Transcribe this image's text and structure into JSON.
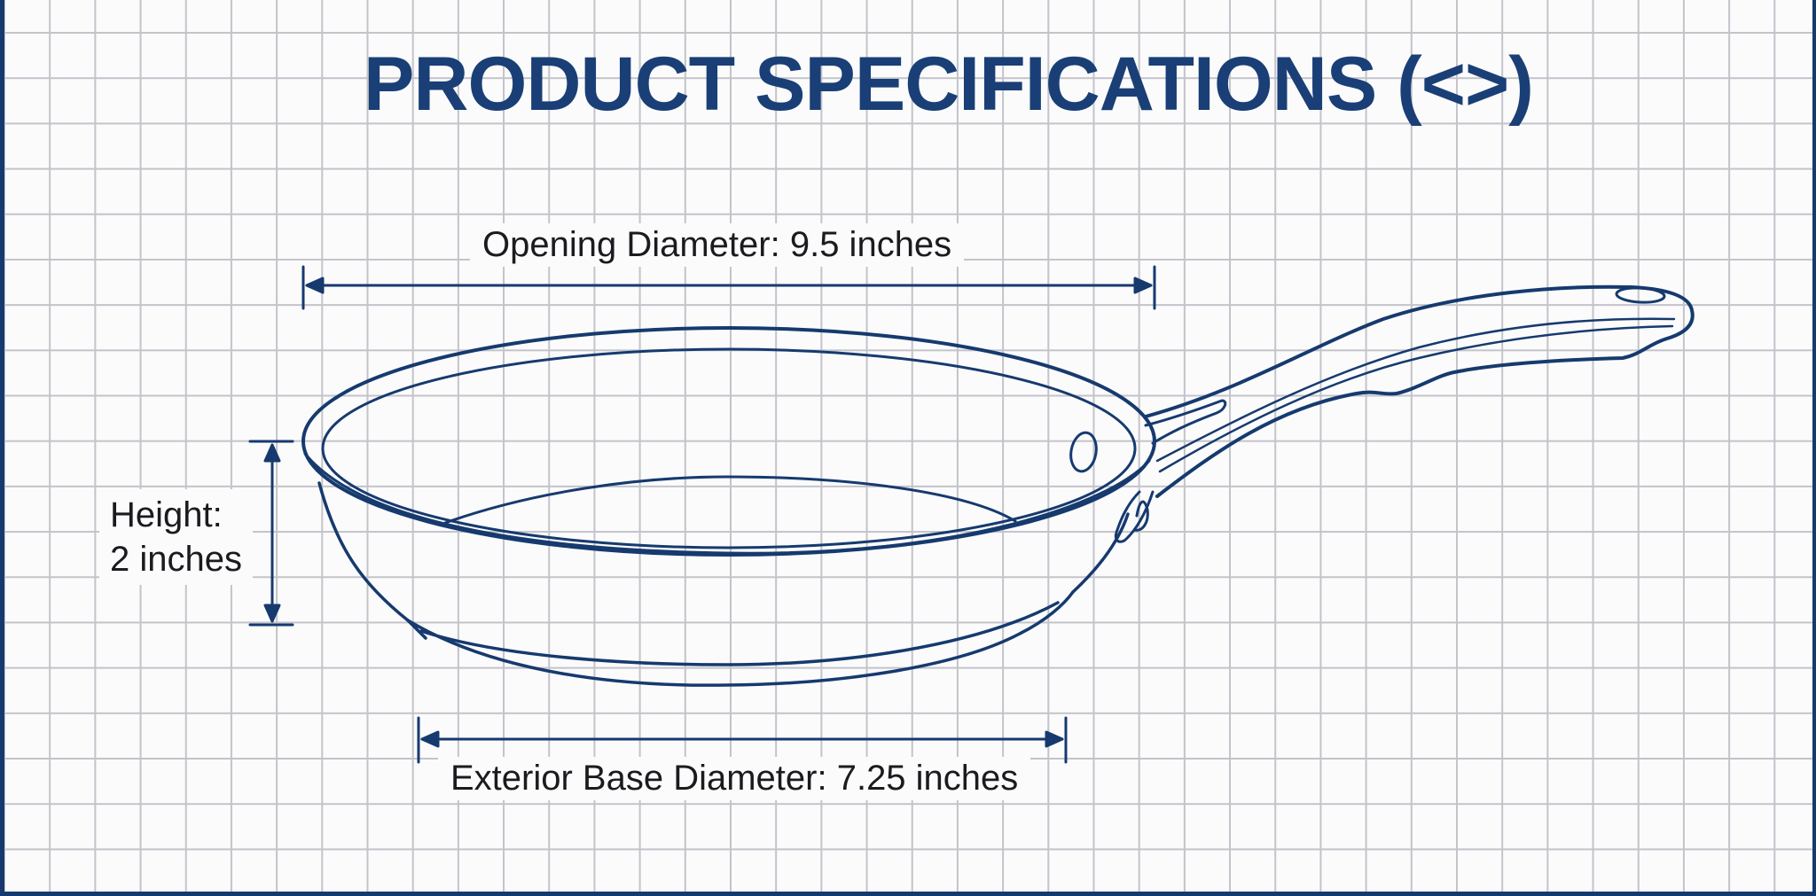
{
  "title": "PRODUCT SPECIFICATIONS (<>)",
  "dimensions": {
    "opening_diameter": "Opening Diameter: 9.5 inches",
    "height_line1": "Height:",
    "height_line2": "2 inches",
    "base_diameter": "Exterior Base Diameter: 7.25 inches"
  },
  "illustration": {
    "subject": "frying-pan",
    "style": "blueprint line drawing on grid paper"
  },
  "colors": {
    "ink": "#163a6e",
    "grid": "#c3c3ca",
    "paper": "#fbfbfc",
    "label_text": "#1b1b1f"
  }
}
